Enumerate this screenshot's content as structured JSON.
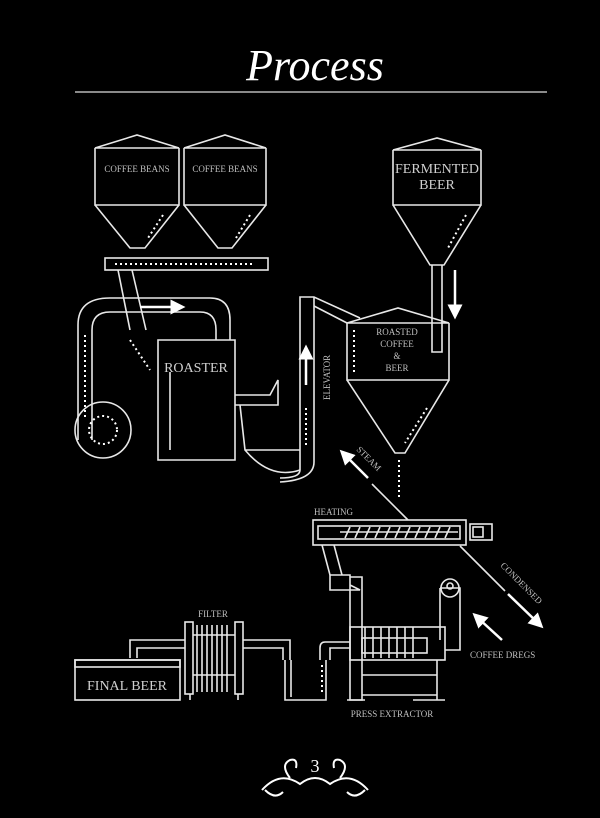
{
  "title": "Process",
  "labels": {
    "coffee_beans_1": "COFFEE BEANS",
    "coffee_beans_2": "COFFEE BEANS",
    "fermented_beer_1": "FERMENTED",
    "fermented_beer_2": "BEER",
    "roaster": "ROASTER",
    "elevator": "ELEVATOR",
    "roasted_1": "ROASTED",
    "roasted_2": "COFFEE",
    "roasted_3": "&",
    "roasted_4": "BEER",
    "steam": "STEAM",
    "heating": "HEATING",
    "condensed": "CONDENSED",
    "coffee_dregs": "COFFEE DREGS",
    "filter": "FILTER",
    "final_beer": "FINAL BEER",
    "press_extractor": "PRESS EXTRACTOR"
  },
  "page_number": "3"
}
